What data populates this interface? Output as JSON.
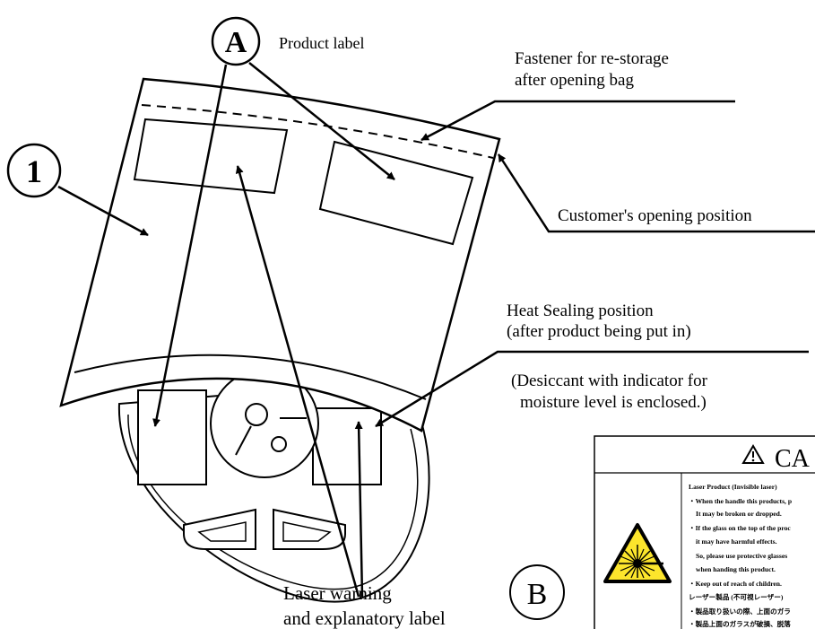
{
  "markers": {
    "A": "A",
    "one": "1",
    "B": "B"
  },
  "labels": {
    "product_label": "Product label",
    "fastener_line1": "Fastener for re-storage",
    "fastener_line2": "after opening bag",
    "opening_position": "Customer's opening position",
    "heat_line1": "Heat Sealing position",
    "heat_line2": "(after product being put in)",
    "desiccant_line1": "(Desiccant with indicator for",
    "desiccant_line2": "moisture level is enclosed.)",
    "laser_line1": "Laser warning",
    "laser_line2": "and explanatory label"
  },
  "caution_label": {
    "title": "CA",
    "lines": [
      "Laser Product (Invisible laser)",
      "・When the handle this products, p",
      "It may be broken or dropped.",
      "・If the glass on the top of the proc",
      "it may have harmful effects.",
      "So, please use protective glasses",
      "when handing this product.",
      "・Keep out of reach of children.",
      "レーザー製品 (不可視レーザー)",
      "・製品取り扱いの際、上面のガラ",
      "・製品上面のガラスが破損、脱落"
    ]
  }
}
